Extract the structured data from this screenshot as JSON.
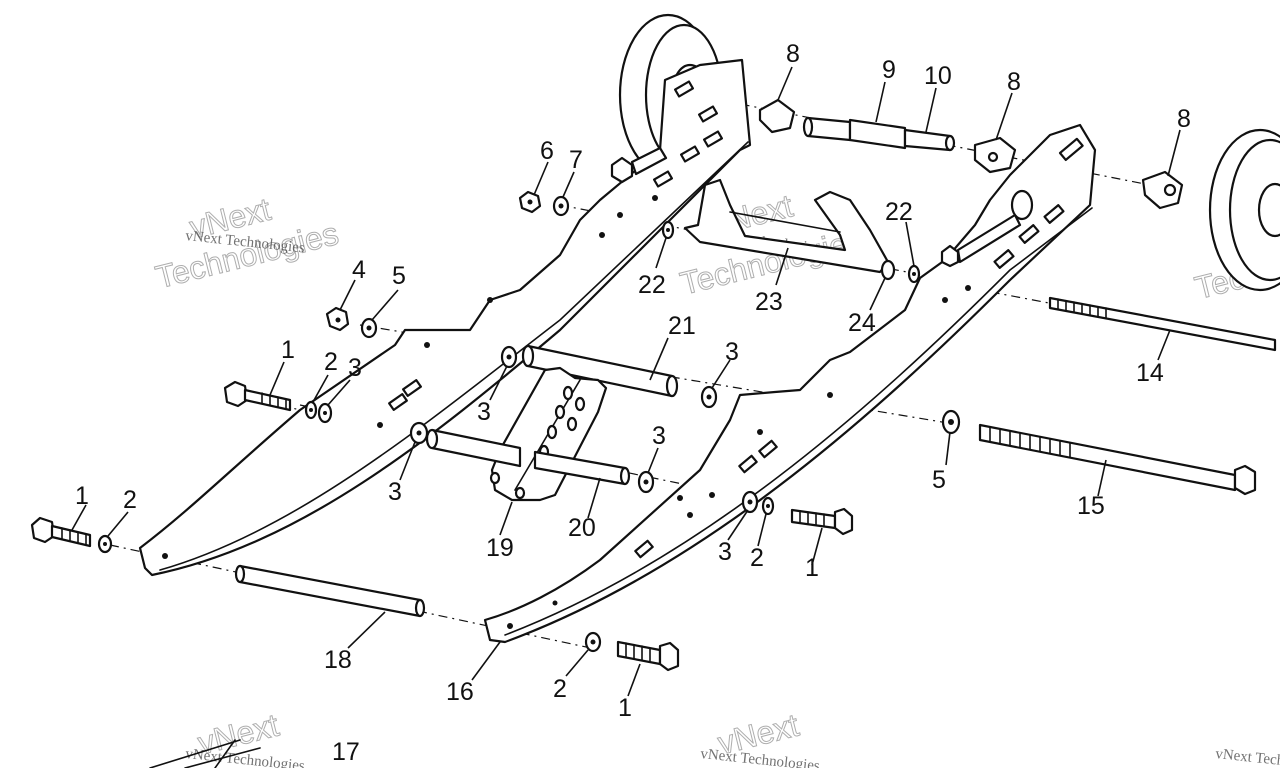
{
  "watermark": {
    "line1": "vNext",
    "line2": "Technologies",
    "small": "vNext Technologies"
  },
  "callouts": [
    {
      "id": "c-8a",
      "text": "8"
    },
    {
      "id": "c-9",
      "text": "9"
    },
    {
      "id": "c-10",
      "text": "10"
    },
    {
      "id": "c-8b",
      "text": "8"
    },
    {
      "id": "c-8c",
      "text": "8"
    },
    {
      "id": "c-6",
      "text": "6"
    },
    {
      "id": "c-7",
      "text": "7"
    },
    {
      "id": "c-22a",
      "text": "22"
    },
    {
      "id": "c-22b",
      "text": "22"
    },
    {
      "id": "c-23",
      "text": "23"
    },
    {
      "id": "c-24",
      "text": "24"
    },
    {
      "id": "c-4",
      "text": "4"
    },
    {
      "id": "c-5a",
      "text": "5"
    },
    {
      "id": "c-1a",
      "text": "1"
    },
    {
      "id": "c-2a",
      "text": "2"
    },
    {
      "id": "c-3a",
      "text": "3"
    },
    {
      "id": "c-3b",
      "text": "3"
    },
    {
      "id": "c-21",
      "text": "21"
    },
    {
      "id": "c-3c",
      "text": "3"
    },
    {
      "id": "c-14",
      "text": "14"
    },
    {
      "id": "c-3d",
      "text": "3"
    },
    {
      "id": "c-3e",
      "text": "3"
    },
    {
      "id": "c-5b",
      "text": "5"
    },
    {
      "id": "c-15",
      "text": "15"
    },
    {
      "id": "c-1b",
      "text": "1"
    },
    {
      "id": "c-2b",
      "text": "2"
    },
    {
      "id": "c-19",
      "text": "19"
    },
    {
      "id": "c-20",
      "text": "20"
    },
    {
      "id": "c-3f",
      "text": "3"
    },
    {
      "id": "c-2c",
      "text": "2"
    },
    {
      "id": "c-1c",
      "text": "1"
    },
    {
      "id": "c-18",
      "text": "18"
    },
    {
      "id": "c-16",
      "text": "16"
    },
    {
      "id": "c-2d",
      "text": "2"
    },
    {
      "id": "c-1d",
      "text": "1"
    },
    {
      "id": "c-17",
      "text": "17"
    }
  ]
}
